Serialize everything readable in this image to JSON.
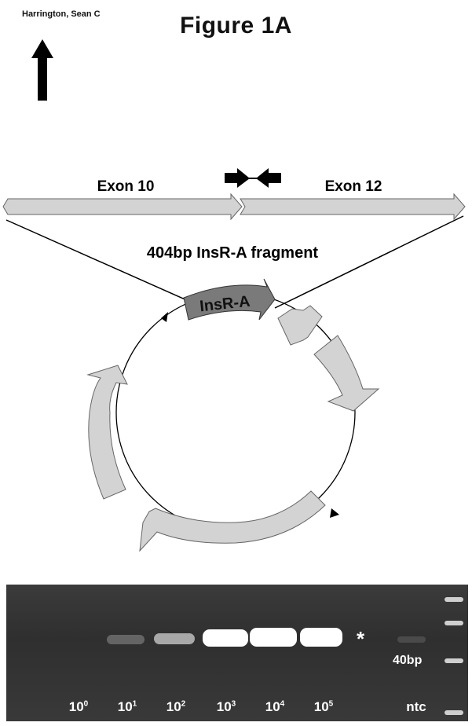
{
  "header": {
    "author": "Harrington, Sean C",
    "title": "Figure 1A"
  },
  "gene_map": {
    "exon_left": "Exon 10",
    "exon_right": "Exon 12",
    "fragment_label": "404bp InsR-A fragment",
    "insert_label": "InsR-A"
  },
  "gel": {
    "lanes": [
      {
        "base": "10",
        "exp": "0"
      },
      {
        "base": "10",
        "exp": "1"
      },
      {
        "base": "10",
        "exp": "2"
      },
      {
        "base": "10",
        "exp": "3"
      },
      {
        "base": "10",
        "exp": "4"
      },
      {
        "base": "10",
        "exp": "5"
      }
    ],
    "ntc_label": "ntc",
    "marker_label": "40bp",
    "asterisk": "*"
  },
  "colors": {
    "exon_fill": "#d3d3d3",
    "insert_fill": "#7a7a7a",
    "gel_bg": "#353535"
  }
}
